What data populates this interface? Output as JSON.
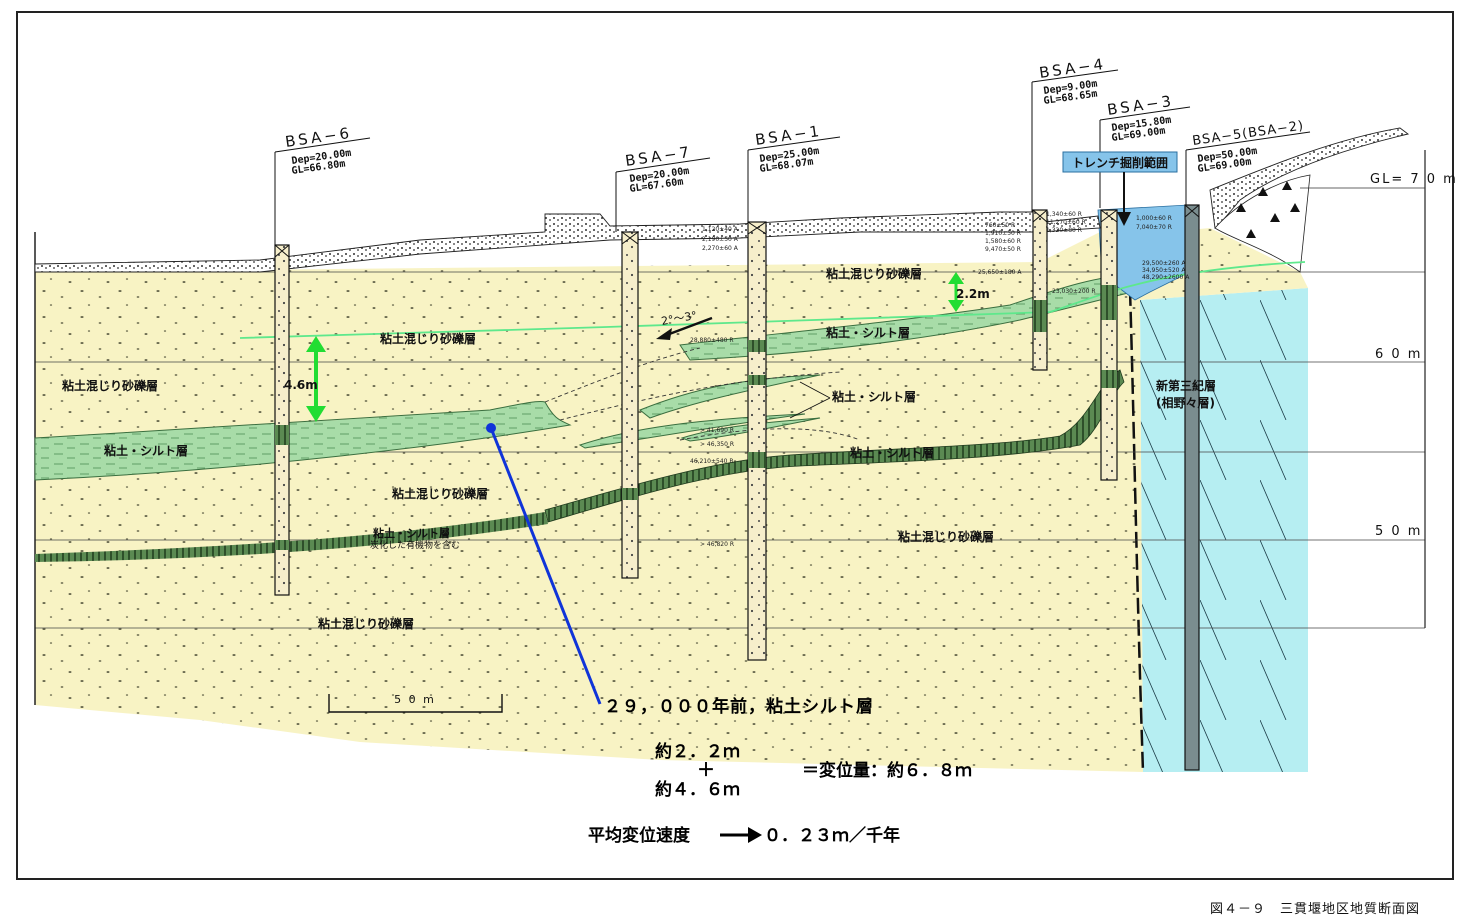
{
  "boreholes": [
    {
      "name": "BSA−6",
      "dep": "Dep=20.00m",
      "gl": "GL=66.80m"
    },
    {
      "name": "BSA−7",
      "dep": "Dep=20.00m",
      "gl": "GL=67.60m"
    },
    {
      "name": "BSA−1",
      "dep": "Dep=25.00m",
      "gl": "GL=68.07m"
    },
    {
      "name": "BSA−4",
      "dep": "Dep=9.00m",
      "gl": "GL=68.65m"
    },
    {
      "name": "BSA−3",
      "dep": "Dep=15.80m",
      "gl": "GL=69.00m"
    },
    {
      "name": "BSA−5(BSA−2)",
      "dep": "Dep=50.00m",
      "gl": "GL=69.00m"
    }
  ],
  "elevation_labels": [
    "GL= 7 0 m",
    "6 0 m",
    "5 0 m"
  ],
  "trench_label": "トレンチ掘削範囲",
  "layers": {
    "gravel_upper_left": "粘土混じり砂礫層",
    "gravel_top_center": "粘土混じり砂礫層",
    "gravel_top_right": "粘土混じり砂礫層",
    "silt_upper_right": "粘土・シルト層",
    "silt_left": "粘土・シルト層",
    "silt_middle_callout": "粘土・シルト層",
    "silt_lower_right": "粘土・シルト層",
    "gravel_middle": "粘土混じり砂礫層",
    "silt_thin_left": "粘土・シルト層",
    "organic_note": "炭化した有機物を含む",
    "gravel_lower_right": "粘土混じり砂礫層",
    "gravel_bottom": "粘土混じり砂礫層",
    "neogene_1": "新第三紀層",
    "neogene_2": "(相野々層)"
  },
  "offsets": {
    "left": "4.6m",
    "right": "2.2m"
  },
  "dip_label": "2°～3°",
  "ages": {
    "bsa1": [
      "1,120±40 A",
      "2,190±50 A",
      "2,270±60 A",
      "28,880±480 R",
      "> 41,690 R",
      "> 46,350 R",
      "46,210±540 R",
      "> 46,820 R"
    ],
    "bsa4": [
      "1,340±60 R",
      "11,270±60 R",
      "1,320±80 R",
      "760±50 R",
      "1,910±50 R",
      "1,580±60 R",
      "9,470±50 R",
      "25,650±180 A",
      "23,030±200 R"
    ],
    "bsa3": [
      "1,000±60 R",
      "7,040±70 R",
      "29,500±260 A",
      "34,950±520 A",
      "48,290±2600 A"
    ]
  },
  "scale_label": "5 0 m",
  "annotations": {
    "headline": "２９，０００年前，粘土シルト層",
    "line1": "約２．２ｍ",
    "plus": "＋",
    "line2": "約４．６ｍ",
    "total": "＝変位量：約６．８ｍ",
    "rate_prefix": "平均変位速度",
    "rate_value": "０．２３ｍ／千年"
  },
  "caption": "図４－９　三貫堰地区地質断面図",
  "colors": {
    "gravel": "#f8f3c4",
    "silt": "#a8dca8",
    "neogene": "#b6eef2",
    "trench": "#86c4ea",
    "green_line": "#5ee88c",
    "blue_line": "#1034d8",
    "arrow_green": "#22dd33"
  }
}
